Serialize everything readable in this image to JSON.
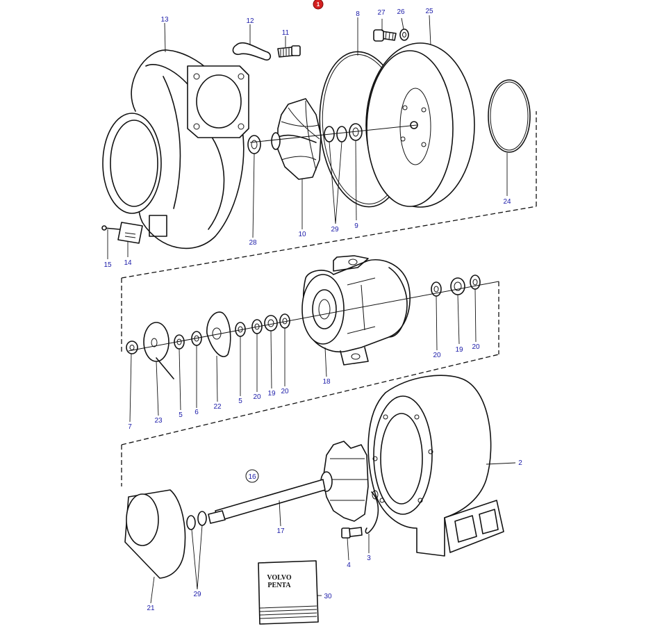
{
  "diagram": {
    "badge": "1",
    "book_brand": [
      "VOLVO",
      "PENTA"
    ],
    "part_labels": {
      "p13": "13",
      "p12": "12",
      "p11": "11",
      "p8": "8",
      "p27": "27",
      "p26": "26",
      "p25": "25",
      "p24": "24",
      "p10": "10",
      "p29a": "29",
      "p9": "9",
      "p28": "28",
      "p15": "15",
      "p14": "14",
      "p20a": "20",
      "p19a": "19",
      "p20b": "20",
      "p18": "18",
      "p7": "7",
      "p23": "23",
      "p5a": "5",
      "p6": "6",
      "p22": "22",
      "p5b": "5",
      "p20c": "20",
      "p19b": "19",
      "p20d": "20",
      "p2": "2",
      "p16": "16",
      "p17": "17",
      "p4": "4",
      "p3": "3",
      "p21": "21",
      "p29b": "29",
      "p30": "30"
    }
  }
}
